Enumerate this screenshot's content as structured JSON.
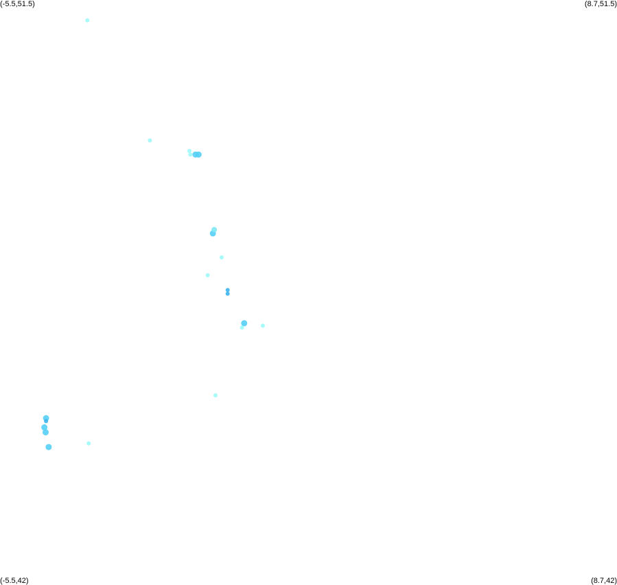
{
  "corners": {
    "top_left": "(-5.5,51.5)",
    "top_right": "(8.7,51.5)",
    "bottom_left": "(-5.5,42)",
    "bottom_right": "(8.7,42)"
  },
  "bounds": {
    "lon_min": -5.5,
    "lon_max": 8.7,
    "lat_min": 42,
    "lat_max": 51.5
  },
  "colors": {
    "background": "#ffffff",
    "pale": "#9ef9fa",
    "light": "#7fe8f5",
    "mid": "#55cff5",
    "dark": "#3cb4ee"
  },
  "points": [
    {
      "lon": -3.49,
      "lat": 51.17,
      "level": "pale"
    },
    {
      "lon": -2.05,
      "lat": 49.22,
      "level": "pale"
    },
    {
      "lon": -1.14,
      "lat": 49.05,
      "level": "pale"
    },
    {
      "lon": -1.12,
      "lat": 48.99,
      "level": "pale"
    },
    {
      "lon": -1.0,
      "lat": 48.99,
      "level": "mid"
    },
    {
      "lon": -0.93,
      "lat": 48.99,
      "level": "mid"
    },
    {
      "lon": -0.6,
      "lat": 47.71,
      "level": "mid"
    },
    {
      "lon": -0.57,
      "lat": 47.77,
      "level": "light"
    },
    {
      "lon": -0.4,
      "lat": 47.32,
      "level": "pale"
    },
    {
      "lon": -0.72,
      "lat": 47.03,
      "level": "pale"
    },
    {
      "lon": -0.26,
      "lat": 46.79,
      "level": "dark"
    },
    {
      "lon": -0.26,
      "lat": 46.73,
      "level": "dark"
    },
    {
      "lon": 0.12,
      "lat": 46.25,
      "level": "mid"
    },
    {
      "lon": 0.07,
      "lat": 46.18,
      "level": "pale"
    },
    {
      "lon": 0.55,
      "lat": 46.21,
      "level": "pale"
    },
    {
      "lon": -0.54,
      "lat": 45.08,
      "level": "pale"
    },
    {
      "lon": -4.44,
      "lat": 44.71,
      "level": "mid"
    },
    {
      "lon": -4.44,
      "lat": 44.66,
      "level": "dark"
    },
    {
      "lon": -4.48,
      "lat": 44.56,
      "level": "mid"
    },
    {
      "lon": -4.45,
      "lat": 44.48,
      "level": "mid"
    },
    {
      "lon": -4.38,
      "lat": 44.24,
      "level": "mid"
    },
    {
      "lon": -3.46,
      "lat": 44.3,
      "level": "pale"
    }
  ]
}
